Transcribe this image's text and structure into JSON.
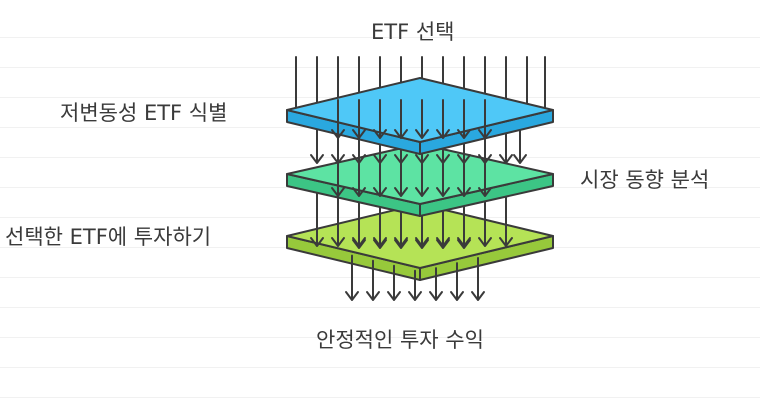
{
  "diagram": {
    "title": "ETF 선택",
    "layers": [
      {
        "label": "저변동성 ETF 식별",
        "color": "#4fc8f7",
        "side_color": "#2aa8df",
        "border": "#3a3a3a"
      },
      {
        "label": "시장 동향 분석",
        "color": "#5de3a3",
        "side_color": "#3cc585",
        "border": "#3a3a3a"
      },
      {
        "label": "선택한 ETF에 투자하기",
        "color": "#b5e356",
        "side_color": "#97c93b",
        "border": "#3a3a3a"
      }
    ],
    "outcome": "안정적인 투자 수익",
    "arrow_icon": "down-arrow-icon"
  }
}
